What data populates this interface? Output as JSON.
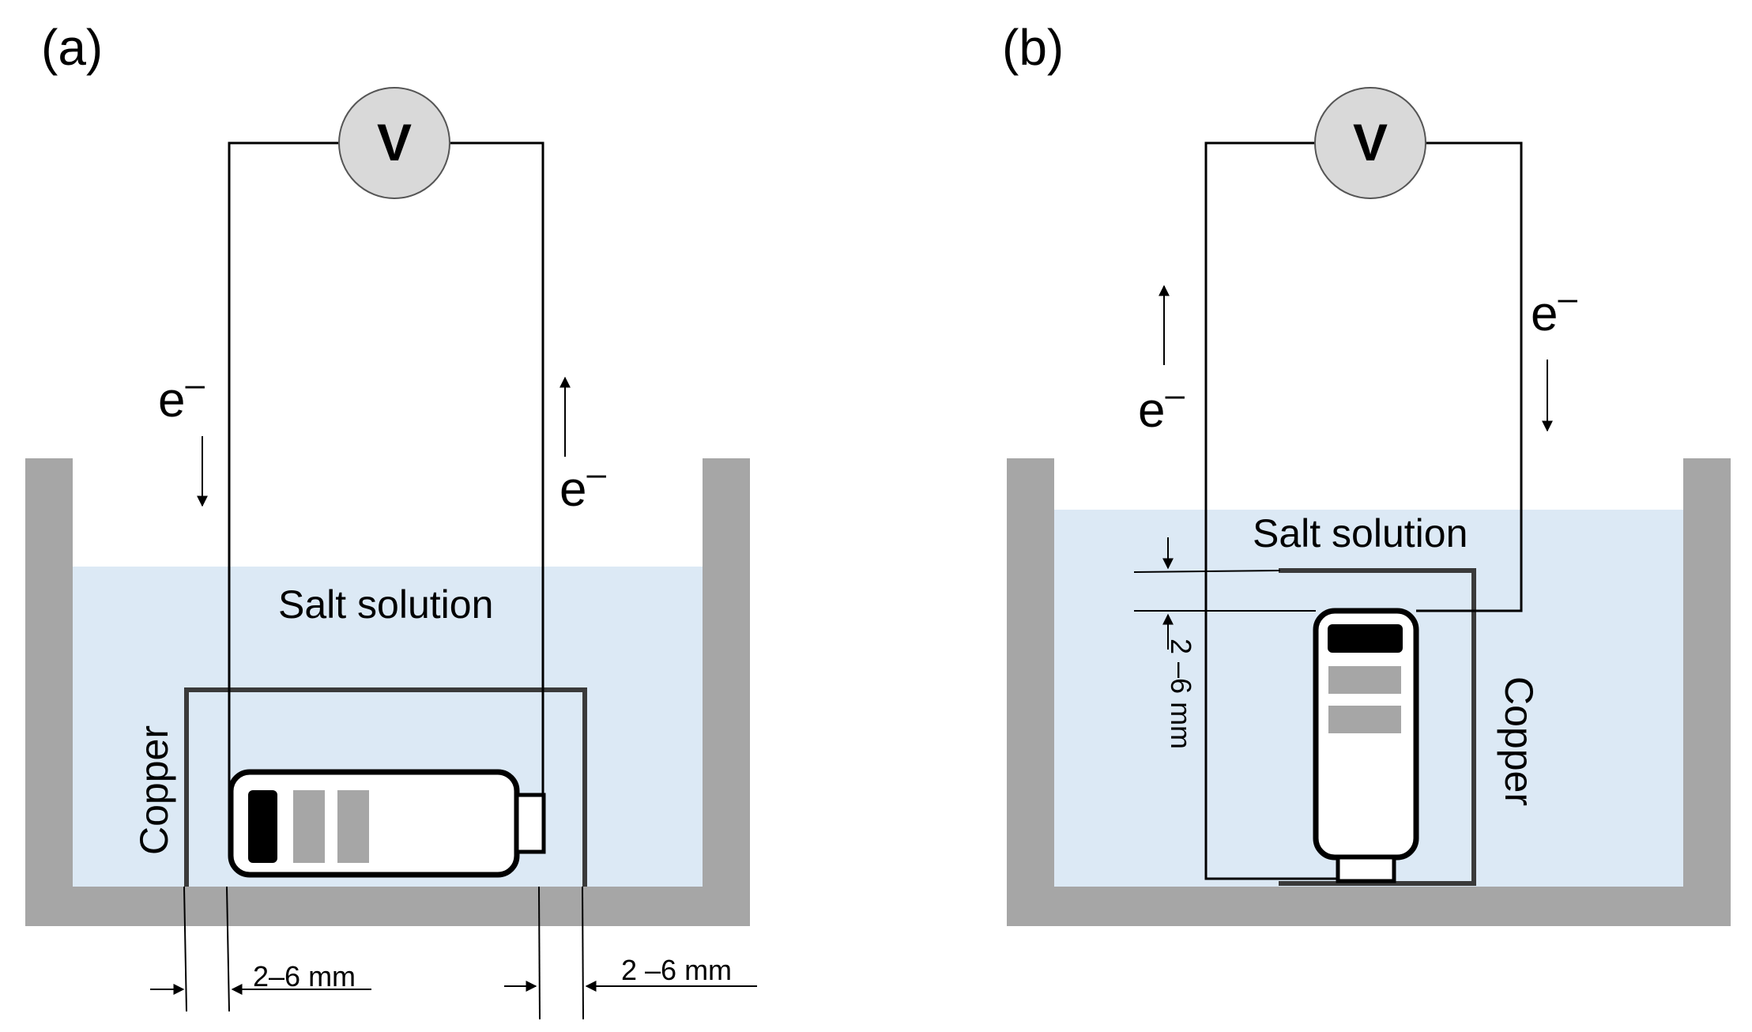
{
  "panels": [
    {
      "tag": "(a)",
      "meter": "V",
      "solution": "Salt solution",
      "metal": "Copper",
      "electron": "e",
      "electron_sup": "–",
      "gap_left": "2–6 mm",
      "gap_right": "2 –6 mm"
    },
    {
      "tag": "(b)",
      "meter": "V",
      "solution": "Salt solution",
      "metal": "Copper",
      "electron": "e",
      "electron_sup": "–",
      "gap": "2 –6 mm"
    }
  ],
  "colors": {
    "tank": "#a6a6a6",
    "solution": "#dce9f5",
    "meter": "#d9d9d9",
    "bar_dark": "#000000",
    "bar_light": "#a6a6a6"
  }
}
